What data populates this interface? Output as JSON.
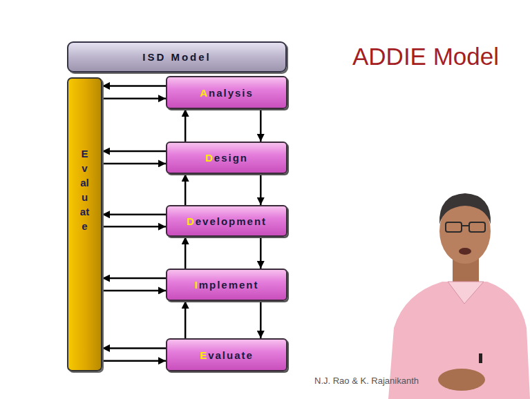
{
  "diagram": {
    "title": "ADDIE Model",
    "nodes": [
      {
        "text": [
          "ISD Model"
        ]
      },
      {
        "text": [
          "Evaluate"
        ]
      },
      {
        "text": [
          "Analysis"
        ]
      },
      {
        "text": [
          "Design"
        ]
      },
      {
        "text": [
          "Development"
        ]
      },
      {
        "text": [
          "Implement"
        ]
      },
      {
        "text": [
          "Evaluate"
        ]
      }
    ],
    "edges": [
      {
        "from": 2,
        "to": 1,
        "arrow": "to"
      },
      {
        "from": 1,
        "to": 2,
        "arrow": "to"
      },
      {
        "from": 3,
        "to": 1,
        "arrow": "to"
      },
      {
        "from": 1,
        "to": 3,
        "arrow": "to"
      },
      {
        "from": 4,
        "to": 1,
        "arrow": "to"
      },
      {
        "from": 1,
        "to": 4,
        "arrow": "to"
      },
      {
        "from": 5,
        "to": 1,
        "arrow": "to"
      },
      {
        "from": 1,
        "to": 5,
        "arrow": "to"
      },
      {
        "from": 6,
        "to": 1,
        "arrow": "to"
      },
      {
        "from": 1,
        "to": 6,
        "arrow": "to"
      },
      {
        "from": 2,
        "to": 3,
        "arrow": "to"
      },
      {
        "from": 3,
        "to": 4,
        "arrow": "to"
      },
      {
        "from": 4,
        "to": 5,
        "arrow": "to"
      },
      {
        "from": 5,
        "to": 6,
        "arrow": "to"
      },
      {
        "from": 3,
        "to": 2,
        "arrow": "to"
      },
      {
        "from": 4,
        "to": 3,
        "arrow": "to"
      },
      {
        "from": 5,
        "to": 4,
        "arrow": "to"
      },
      {
        "from": 6,
        "to": 5,
        "arrow": "to"
      }
    ],
    "labels": [
      "N.J. Rao & K. Rajanikanth"
    ]
  }
}
